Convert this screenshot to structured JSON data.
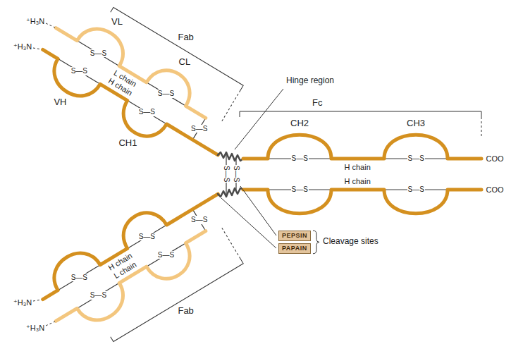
{
  "diagram": {
    "nodes": [
      {
        "text": [
          "PEPSIN"
        ]
      },
      {
        "text": [
          "PAPAIN"
        ]
      }
    ],
    "labels": [
      "⁺H₃N",
      "⁺H₃N",
      "Fab",
      "VL",
      "S—S",
      "L chain",
      "VH",
      "S—S",
      "H chain",
      "CL",
      "S—S",
      "CH1",
      "S—S",
      "S—S",
      "Hinge region",
      "Fc",
      "CH2",
      "CH3",
      "S—S",
      "S—S",
      "COO",
      "S—S",
      "S—S",
      "H chain",
      "H chain",
      "S—S",
      "S—S",
      "COO",
      "Cleavage sites",
      "S—S",
      "H chain",
      "S—S",
      "S—S",
      "S—S",
      "L chain",
      "S—S",
      "⁺H₃N",
      "⁺H₃N",
      "Fab"
    ]
  }
}
